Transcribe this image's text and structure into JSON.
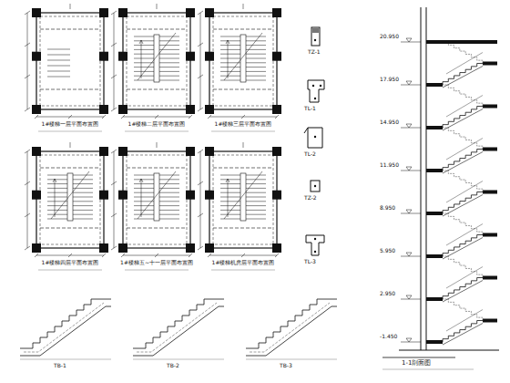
{
  "diagram": {
    "nodes": [
      {
        "text": [
          "1#楼梯一层平面布置图"
        ]
      },
      {
        "text": [
          "1#楼梯二层平面布置图"
        ]
      },
      {
        "text": [
          "1#楼梯三层平面布置图"
        ]
      },
      {
        "text": [
          "1#楼梯四层平面布置图"
        ]
      },
      {
        "text": [
          "1#楼梯五~十一层平面布置图"
        ]
      },
      {
        "text": [
          "1#楼梯机房层平面布置图"
        ]
      }
    ],
    "labels": [
      "TZ-1",
      "TL-1",
      "TL-2",
      "TZ-2",
      "TL-3",
      "-1.450",
      "2.950",
      "5.950",
      "8.950",
      "11.950",
      "14.950",
      "17.950",
      "20.950",
      "1-1剖面图",
      "TB-1",
      "TB-2",
      "TB-3"
    ]
  }
}
